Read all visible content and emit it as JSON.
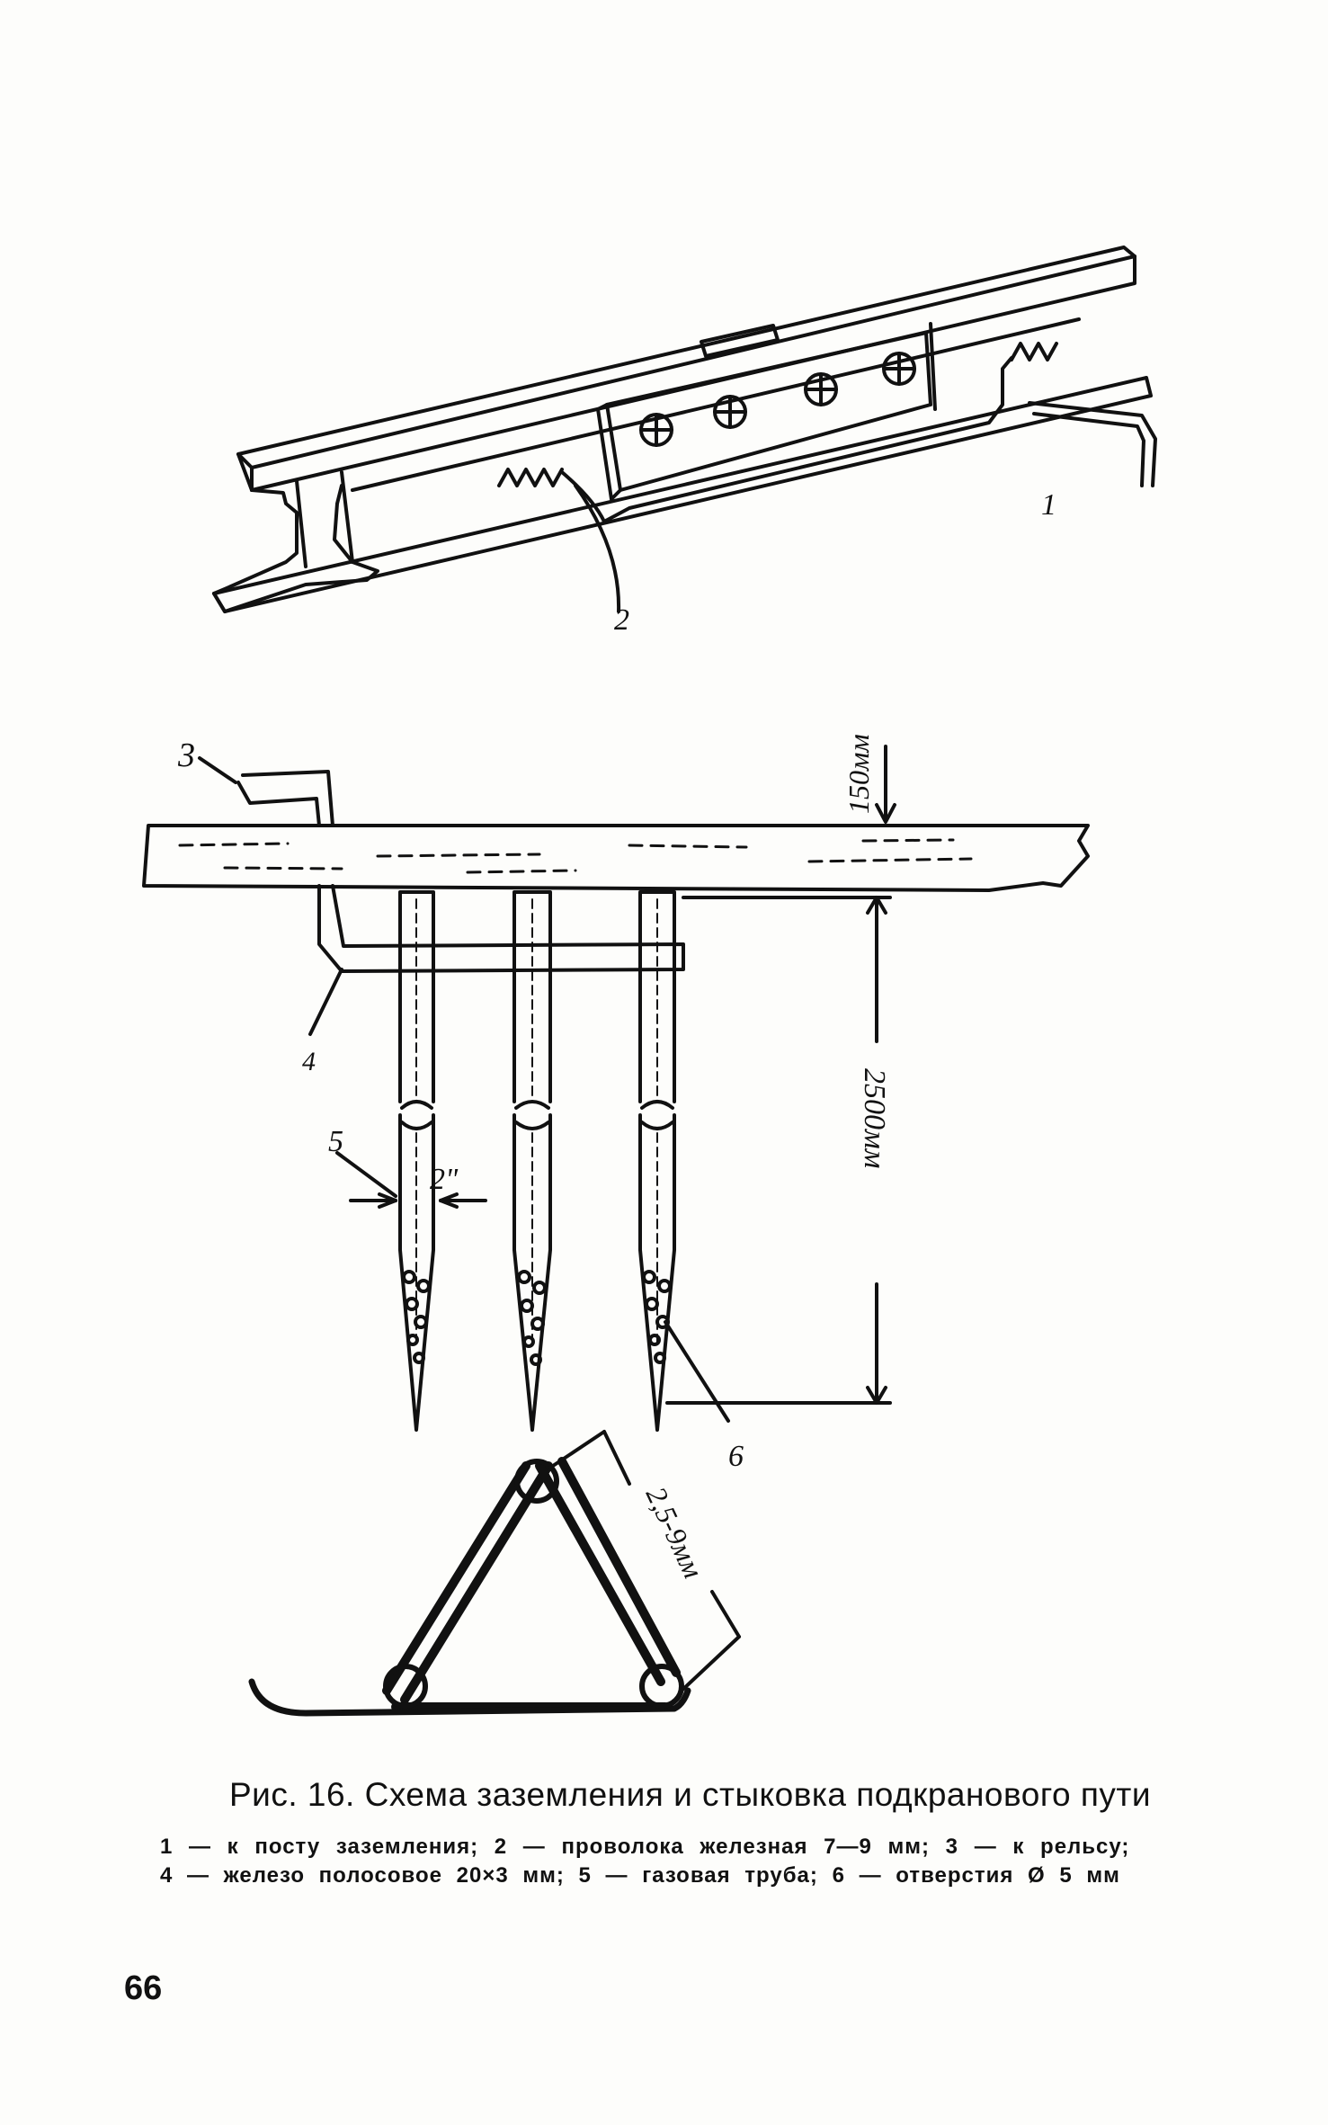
{
  "figure": {
    "upper_labels": {
      "one": "1",
      "two": "2"
    },
    "lower_labels": {
      "three": "3",
      "four": "4",
      "five": "5",
      "six": "6",
      "pipe_diameter": "2\"",
      "depth_top": "150мм",
      "depth_main": "2500мм",
      "wire_size": "2,5-9мм"
    }
  },
  "caption": {
    "title": "Рис. 16. Схема заземления и стыковка подкранового пути",
    "legend_line_1": "1 — к посту заземления; 2 — проволока железная 7—9 мм; 3 — к рельсу;",
    "legend_line_2": "4 — железо полосовое 20×3 мм; 5 — газовая труба; 6 — отверстия Ø 5 мм"
  },
  "page_number": "66"
}
